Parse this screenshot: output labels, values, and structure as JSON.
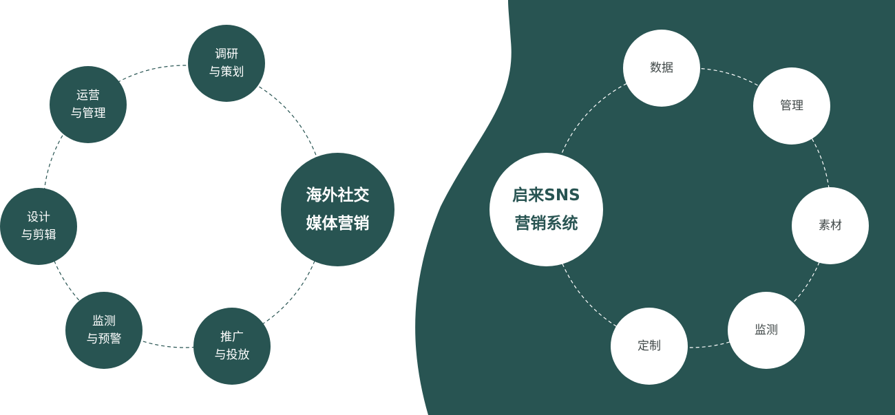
{
  "colors": {
    "brand": "#285452",
    "background": "#ffffff",
    "node_text_dark": "#ffffff",
    "node_text_light": "#3f4747"
  },
  "left_cycle": {
    "center": {
      "line1": "海外社交",
      "line2": "媒体营销"
    },
    "nodes": [
      {
        "line1": "调研",
        "line2": "与策划"
      },
      {
        "line1": "运营",
        "line2": "与管理"
      },
      {
        "line1": "设计",
        "line2": "与剪辑"
      },
      {
        "line1": "监测",
        "line2": "与预警"
      },
      {
        "line1": "推广",
        "line2": "与投放"
      }
    ]
  },
  "right_cycle": {
    "center": {
      "line1": "启来SNS",
      "line2": "营销系统"
    },
    "nodes": [
      {
        "label": "数据"
      },
      {
        "label": "管理"
      },
      {
        "label": "素材"
      },
      {
        "label": "监测"
      },
      {
        "label": "定制"
      }
    ]
  }
}
